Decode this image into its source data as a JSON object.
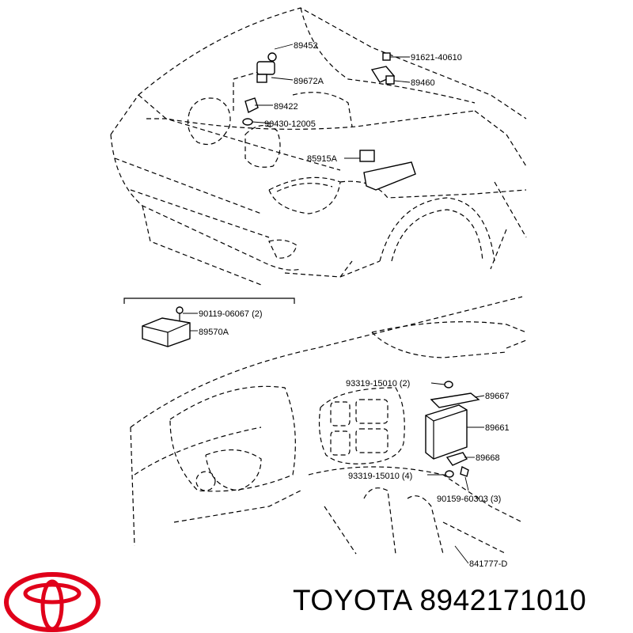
{
  "labels": {
    "p1": "89452",
    "p2": "91621-40610",
    "p3": "89672A",
    "p4": "89460",
    "p5": "89422",
    "p6": "90430-12005",
    "p7": "85915A",
    "p8": "90119-06067 (2)",
    "p9": "89570A",
    "p10": "93319-15010 (2)",
    "p11": "89667",
    "p12": "89661",
    "p13": "89668",
    "p14": "93319-15010 (4)",
    "p15": "90159-60303 (3)",
    "p16": "841777-D"
  },
  "brand": {
    "logo_icon": "toyota-logo-icon",
    "text": "TOYOTA 8942171010",
    "logo_color": "#e0001a"
  }
}
